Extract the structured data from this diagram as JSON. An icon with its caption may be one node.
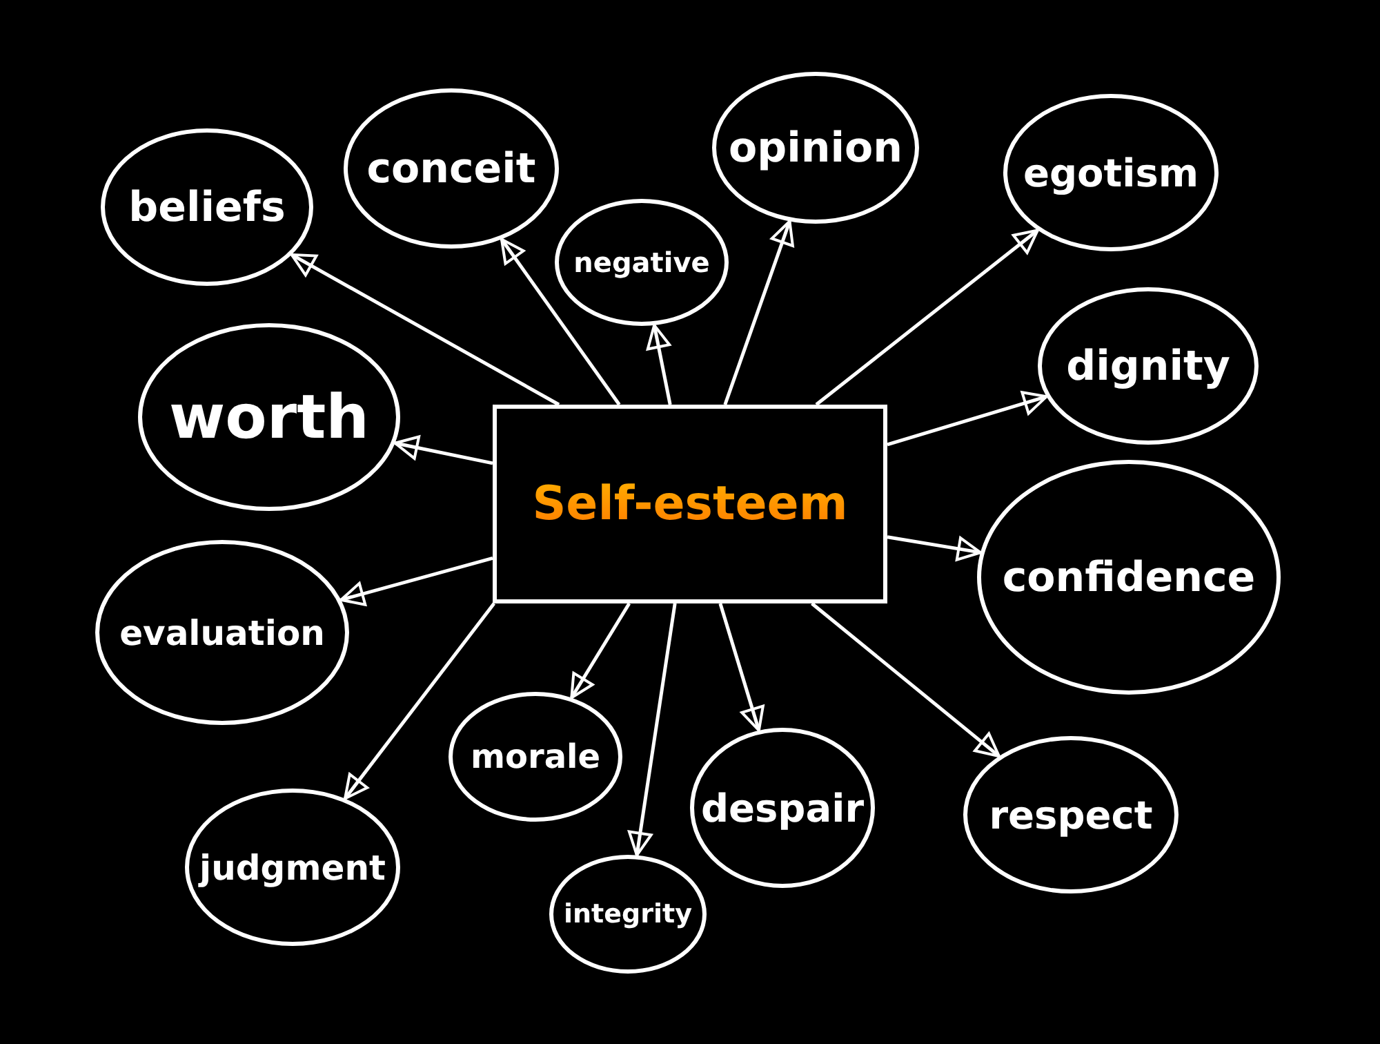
{
  "diagram": {
    "nodes": [
      {
        "text": [
          "Self-esteem"
        ]
      },
      {
        "text": [
          "beliefs"
        ]
      },
      {
        "text": [
          "conceit"
        ]
      },
      {
        "text": [
          "negative"
        ]
      },
      {
        "text": [
          "opinion"
        ]
      },
      {
        "text": [
          "egotism"
        ]
      },
      {
        "text": [
          "worth"
        ]
      },
      {
        "text": [
          "dignity"
        ]
      },
      {
        "text": [
          "confidence"
        ]
      },
      {
        "text": [
          "evaluation"
        ]
      },
      {
        "text": [
          "morale"
        ]
      },
      {
        "text": [
          "despair"
        ]
      },
      {
        "text": [
          "respect"
        ]
      },
      {
        "text": [
          "judgment"
        ]
      },
      {
        "text": [
          "integrity"
        ]
      }
    ],
    "edges": [
      {
        "from": 0,
        "to": 1,
        "arrow": "to"
      },
      {
        "from": 0,
        "to": 2,
        "arrow": "to"
      },
      {
        "from": 0,
        "to": 3,
        "arrow": "to"
      },
      {
        "from": 0,
        "to": 4,
        "arrow": "to"
      },
      {
        "from": 0,
        "to": 5,
        "arrow": "to"
      },
      {
        "from": 0,
        "to": 6,
        "arrow": "to"
      },
      {
        "from": 0,
        "to": 7,
        "arrow": "to"
      },
      {
        "from": 0,
        "to": 8,
        "arrow": "to"
      },
      {
        "from": 0,
        "to": 9,
        "arrow": "to"
      },
      {
        "from": 0,
        "to": 10,
        "arrow": "to"
      },
      {
        "from": 0,
        "to": 11,
        "arrow": "to"
      },
      {
        "from": 0,
        "to": 12,
        "arrow": "to"
      },
      {
        "from": 0,
        "to": 13,
        "arrow": "to"
      },
      {
        "from": 0,
        "to": 14,
        "arrow": "to"
      }
    ]
  }
}
